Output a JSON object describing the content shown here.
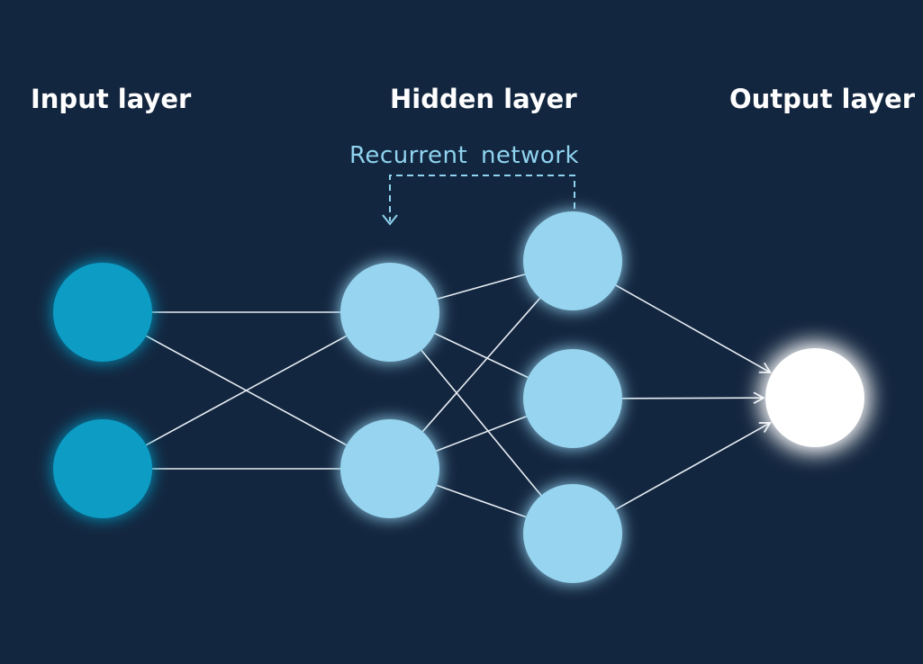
{
  "labels": {
    "input_layer": "Input layer",
    "hidden_layer": "Hidden layer",
    "output_layer": "Output layer",
    "recurrent": "Recurrent  network"
  },
  "colors": {
    "background": "#13263f",
    "input_node": "#0f9cc4",
    "hidden_node": "#96d4f0",
    "output_node": "#ffffff",
    "edge": "#e8eef4",
    "recurrent_arrow": "#8fd3ef"
  },
  "nodes": [
    {
      "id": "input-1",
      "layer": "input"
    },
    {
      "id": "input-2",
      "layer": "input"
    },
    {
      "id": "hidden-1-1",
      "layer": "hidden"
    },
    {
      "id": "hidden-1-2",
      "layer": "hidden"
    },
    {
      "id": "hidden-2-1",
      "layer": "hidden"
    },
    {
      "id": "hidden-2-2",
      "layer": "hidden"
    },
    {
      "id": "hidden-2-3",
      "layer": "hidden"
    },
    {
      "id": "output-1",
      "layer": "output"
    }
  ],
  "edges": [
    {
      "from": "input-1",
      "to": "hidden-1-1",
      "arrow": false
    },
    {
      "from": "input-1",
      "to": "hidden-1-2",
      "arrow": false
    },
    {
      "from": "input-2",
      "to": "hidden-1-1",
      "arrow": false
    },
    {
      "from": "input-2",
      "to": "hidden-1-2",
      "arrow": false
    },
    {
      "from": "hidden-1-1",
      "to": "hidden-2-1",
      "arrow": false
    },
    {
      "from": "hidden-1-1",
      "to": "hidden-2-2",
      "arrow": false
    },
    {
      "from": "hidden-1-1",
      "to": "hidden-2-3",
      "arrow": false
    },
    {
      "from": "hidden-1-2",
      "to": "hidden-2-1",
      "arrow": false
    },
    {
      "from": "hidden-1-2",
      "to": "hidden-2-2",
      "arrow": false
    },
    {
      "from": "hidden-1-2",
      "to": "hidden-2-3",
      "arrow": false
    },
    {
      "from": "hidden-2-1",
      "to": "output-1",
      "arrow": true
    },
    {
      "from": "hidden-2-2",
      "to": "output-1",
      "arrow": true
    },
    {
      "from": "hidden-2-3",
      "to": "output-1",
      "arrow": true
    }
  ],
  "recurrent_loop": {
    "from": "hidden-2-1",
    "to": "hidden-1-1",
    "style": "dashed"
  }
}
